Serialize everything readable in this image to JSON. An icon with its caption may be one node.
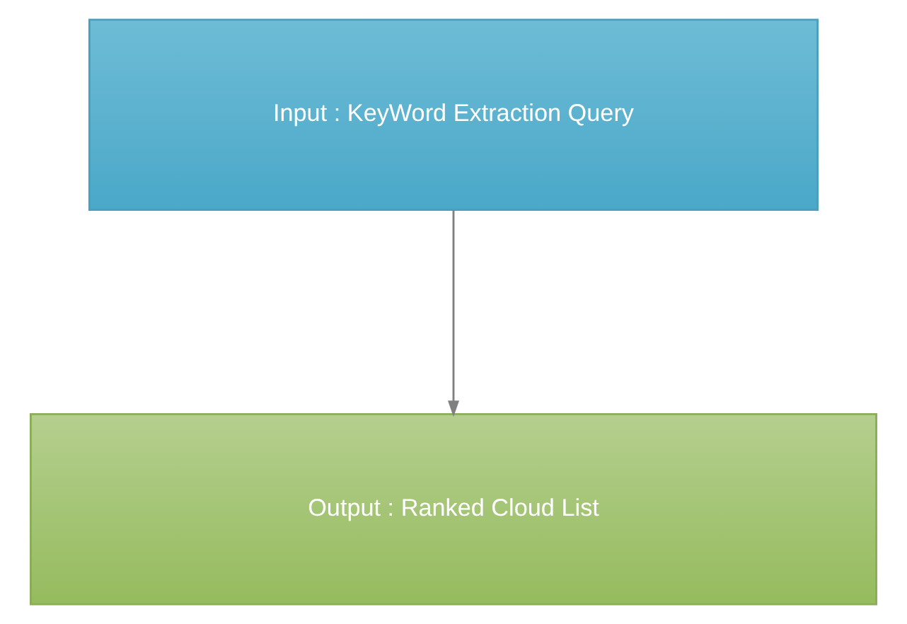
{
  "diagram": {
    "nodes": [
      {
        "text": [
          "Input : KeyWord Extraction Query"
        ]
      },
      {
        "text": [
          "Output : Ranked Cloud List"
        ]
      }
    ],
    "edges": [
      {
        "from": 0,
        "to": 1,
        "arrow": "to"
      }
    ]
  }
}
